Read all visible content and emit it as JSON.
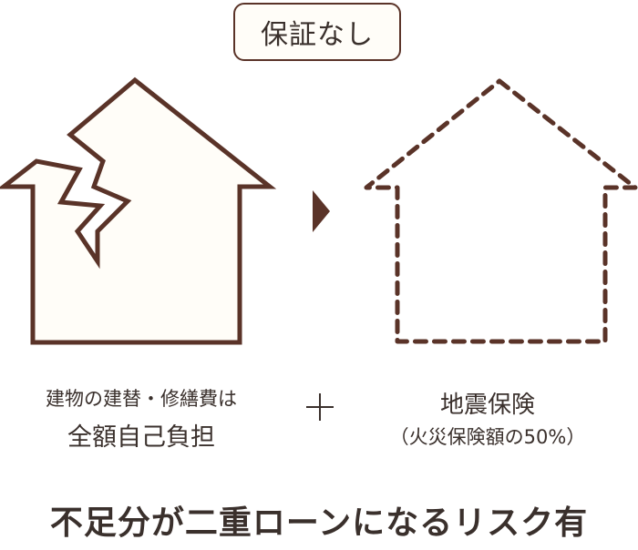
{
  "badge": {
    "label": "保証なし"
  },
  "left_panel": {
    "icon": "cracked-house-icon",
    "line1": "建物の建替・修繕費は",
    "line2": "全額自己負担"
  },
  "arrow": {
    "icon": "triangle-right-icon"
  },
  "right_panel": {
    "icon": "dashed-house-icon",
    "line1": "地震保険",
    "line2": "（火災保険額の50%）"
  },
  "operator": {
    "icon": "plus-icon",
    "symbol": "+"
  },
  "footer": {
    "text": "不足分が二重ローンになるリスク有"
  },
  "colors": {
    "outline": "#5a3328",
    "house_fill": "#fffdf8",
    "text": "#3a302c"
  }
}
